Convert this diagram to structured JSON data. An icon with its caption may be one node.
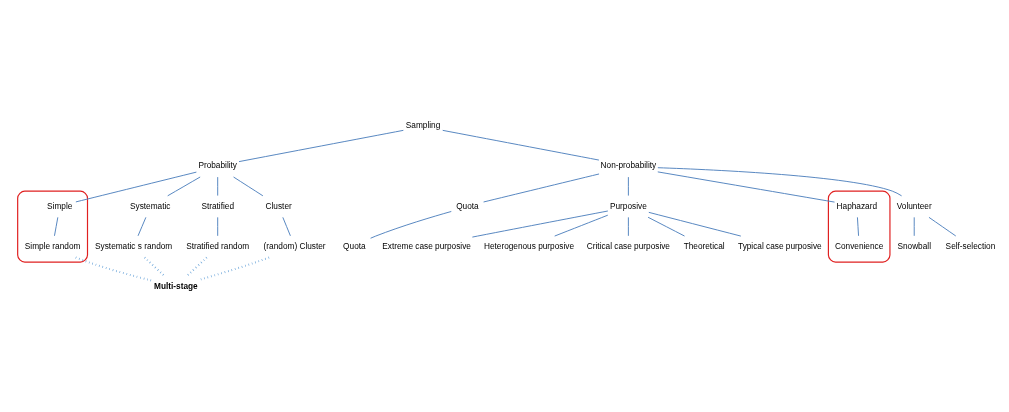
{
  "diagram": {
    "nodes": [
      {
        "text": [
          "Sampling"
        ]
      },
      {
        "text": [
          "Probability"
        ]
      },
      {
        "text": [
          "Non-probability"
        ]
      },
      {
        "text": [],
        "shape": "ellipse"
      },
      {
        "text": [
          "Simple"
        ],
        "in": 3
      },
      {
        "text": [
          "Systematic"
        ]
      },
      {
        "text": [
          "Stratified"
        ]
      },
      {
        "text": [
          "Cluster"
        ]
      },
      {
        "text": [
          "Simple random"
        ],
        "in": 3
      },
      {
        "text": [
          "Systematic s random"
        ]
      },
      {
        "text": [
          "Stratified random"
        ]
      },
      {
        "text": [
          "(random) Cluster"
        ]
      },
      {
        "text": [
          "Quota"
        ]
      },
      {
        "text": [
          "Purposive"
        ]
      },
      {
        "text": [
          "Volunteer"
        ]
      },
      {
        "text": [],
        "shape": "ellipse"
      },
      {
        "text": [
          "Haphazard"
        ],
        "in": 15
      },
      {
        "text": [
          "Quota"
        ]
      },
      {
        "text": [
          "Snowball"
        ]
      },
      {
        "text": [
          "Self-selection"
        ]
      },
      {
        "text": [
          "Convenience"
        ],
        "in": 15
      },
      {
        "text": [
          "Extreme case purposive"
        ]
      },
      {
        "text": [
          "Heterogenous purposive"
        ]
      },
      {
        "text": [
          "Critical case purposive"
        ]
      },
      {
        "text": [
          "Theoretical"
        ]
      },
      {
        "text": [
          "Typical case purposive"
        ]
      },
      {
        "text": [
          "Multi-stage"
        ]
      }
    ],
    "edges": [
      {
        "from": 0,
        "to": 1,
        "arrow": "none"
      },
      {
        "from": 0,
        "to": 2,
        "arrow": "none"
      },
      {
        "from": 1,
        "to": 4,
        "arrow": "none"
      },
      {
        "from": 1,
        "to": 5,
        "arrow": "none"
      },
      {
        "from": 1,
        "to": 6,
        "arrow": "none"
      },
      {
        "from": 1,
        "to": 7,
        "arrow": "none"
      },
      {
        "from": 4,
        "to": 8,
        "arrow": "none"
      },
      {
        "from": 5,
        "to": 9,
        "arrow": "none"
      },
      {
        "from": 6,
        "to": 10,
        "arrow": "none"
      },
      {
        "from": 7,
        "to": 11,
        "arrow": "none"
      },
      {
        "from": 2,
        "to": 12,
        "arrow": "none"
      },
      {
        "from": 2,
        "to": 13,
        "arrow": "none"
      },
      {
        "from": 2,
        "to": 14,
        "arrow": "none"
      },
      {
        "from": 2,
        "to": 16,
        "arrow": "none"
      },
      {
        "from": 12,
        "to": 17,
        "arrow": "none"
      },
      {
        "from": 14,
        "to": 18,
        "arrow": "none"
      },
      {
        "from": 14,
        "to": 19,
        "arrow": "none"
      },
      {
        "from": 16,
        "to": 20,
        "arrow": "none"
      },
      {
        "from": 13,
        "to": 21,
        "arrow": "none"
      },
      {
        "from": 13,
        "to": 22,
        "arrow": "none"
      },
      {
        "from": 13,
        "to": 25,
        "arrow": "none"
      },
      {
        "from": 13,
        "to": 23,
        "arrow": "none"
      },
      {
        "from": 13,
        "to": 24,
        "arrow": "none"
      },
      {
        "from": 8,
        "to": 26,
        "arrow": "none",
        "style": "dashed",
        "color": "#5b9bd5"
      },
      {
        "from": 9,
        "to": 26,
        "arrow": "none",
        "style": "dashed",
        "color": "#5b9bd5"
      },
      {
        "from": 10,
        "to": 26,
        "arrow": "none",
        "style": "dashed",
        "color": "#5b9bd5"
      },
      {
        "from": 11,
        "to": 26,
        "arrow": "none",
        "style": "dashed",
        "color": "#5b9bd5"
      }
    ]
  }
}
